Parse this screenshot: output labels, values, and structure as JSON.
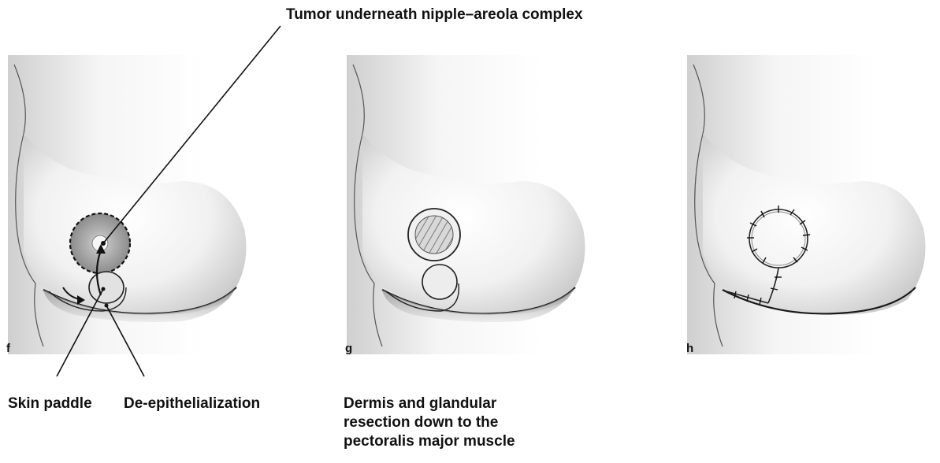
{
  "labels": {
    "tumor": "Tumor underneath nipple–areola complex",
    "skin_paddle": "Skin paddle",
    "deepithelialization": "De-epithelialization",
    "resection_line1": "Dermis and glandular",
    "resection_line2": "resection down to the",
    "resection_line3": "pectoralis major muscle"
  },
  "panels": {
    "f": "f",
    "g": "g",
    "h": "h"
  },
  "colors": {
    "outline": "#1a1a1a",
    "skin_light": "#ffffff",
    "skin_shade": "#c8c8c8",
    "areola": "#9a9a9a"
  }
}
